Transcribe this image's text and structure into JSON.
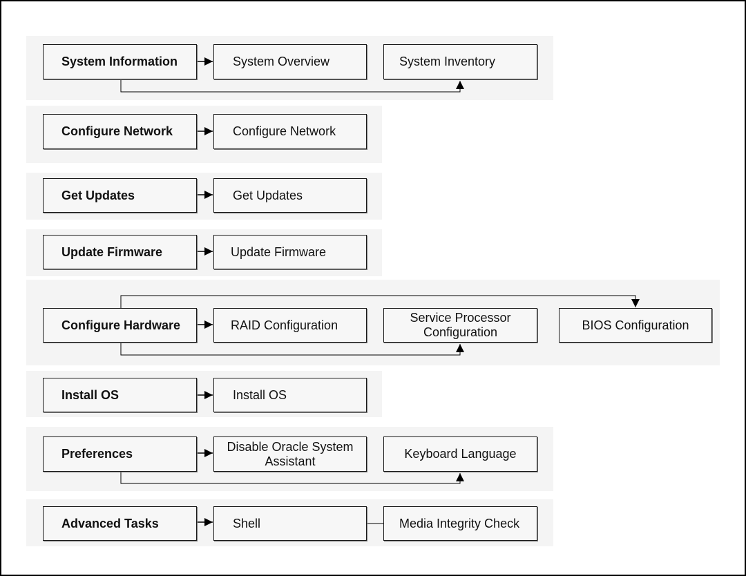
{
  "rows": [
    {
      "main": "System Information",
      "subs": [
        "System Overview",
        "System Inventory"
      ]
    },
    {
      "main": "Configure Network",
      "subs": [
        "Configure Network"
      ]
    },
    {
      "main": "Get Updates",
      "subs": [
        "Get Updates"
      ]
    },
    {
      "main": "Update Firmware",
      "subs": [
        "Update Firmware"
      ]
    },
    {
      "main": "Configure Hardware",
      "subs": [
        "RAID Configuration",
        "Service Processor\nConfiguration",
        "BIOS Configuration"
      ]
    },
    {
      "main": "Install OS",
      "subs": [
        "Install OS"
      ]
    },
    {
      "main": "Preferences",
      "subs": [
        "Disable Oracle System\nAssistant",
        "Keyboard Language"
      ]
    },
    {
      "main": "Advanced Tasks",
      "subs": [
        "Shell",
        "Media Integrity Check"
      ]
    }
  ]
}
